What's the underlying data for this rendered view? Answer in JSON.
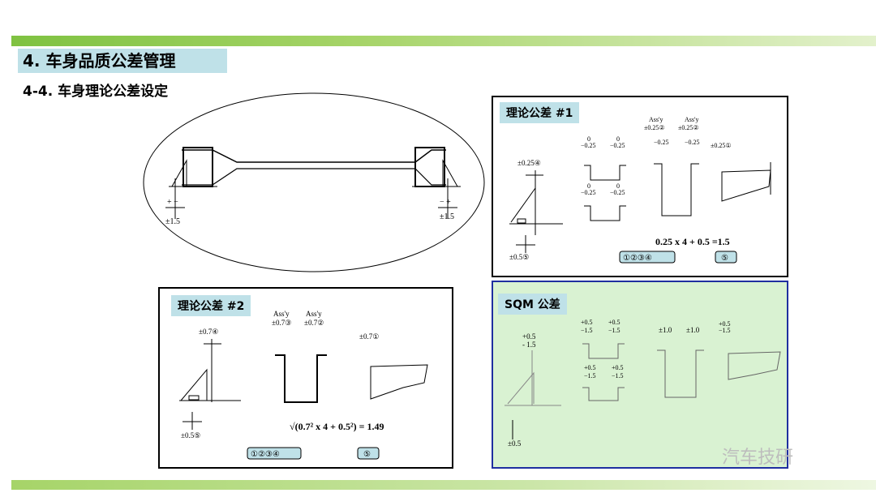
{
  "heading": "4. 车身品质公差管理",
  "subheading": "4-4. 车身理论公差设定",
  "panel1": {
    "title": "理论公差 #1",
    "tol_a": "±0.25④",
    "zero": "0",
    "m025": "−0.25",
    "assy": "Ass'y",
    "tol_assy1": "±0.25②",
    "tol_assy2": "±0.25②",
    "tol_c": "±0.25①",
    "tol_bottom": "±0.5⑤",
    "formula": "0.25 x 4 + 0.5 =1.5",
    "badge1": "①②③④",
    "badge2": "⑤"
  },
  "panel2": {
    "title": "理论公差 #2",
    "tol_a": "±0.7④",
    "assy": "Ass'y",
    "tol_assy1": "±0.7③",
    "tol_assy2": "±0.7②",
    "tol_c": "±0.7①",
    "tol_bottom": "±0.5⑤",
    "formula": "√(0.7² x 4 + 0.5²) = 1.49",
    "badge1": "①②③④",
    "badge2": "⑤"
  },
  "sqm": {
    "title": "SQM 公差",
    "tol_a": "+0.5",
    "tol_a2": "- 1.5",
    "p05": "+0.5",
    "m15": "−1.5",
    "tol_10a": "±1.0",
    "tol_10b": "±1.0",
    "tol_bottom": "±0.5"
  },
  "overview": {
    "left_tol": "±1.5",
    "right_tol": "±1.5"
  },
  "watermark": "汽车技研"
}
